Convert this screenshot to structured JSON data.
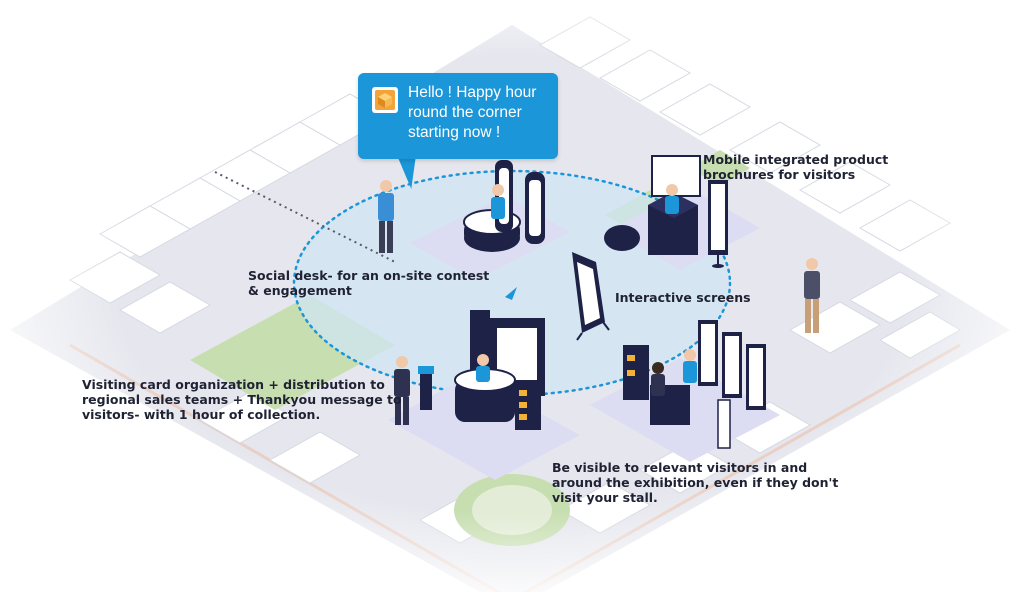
{
  "bubble": {
    "lines": [
      "Hello ! Happy hour",
      "round the corner",
      "starting now !"
    ],
    "logo_icon": "gift-box-icon"
  },
  "labels": {
    "mobile_brochures": [
      "Mobile integrated product",
      "brochures for visitors"
    ],
    "social_desk": [
      "Social desk- for an on-site contest",
      "& engagement"
    ],
    "interactive_screens": [
      "Interactive screens"
    ],
    "visiting_card": [
      "Visiting card organization + distribution to",
      "regional sales teams + Thankyou message to",
      "visitors- with 1 hour of collection."
    ],
    "be_visible": [
      "Be visible to relevant visitors in and",
      "around the exhibition, even if they don't",
      "visit your stall."
    ]
  },
  "colors": {
    "geofence_fill": "#cfe6f3",
    "geofence_border": "#1b96d8",
    "accent_blue": "#1b96d8",
    "park_green": "#c7deb0",
    "booth_navy": "#1e2246",
    "floor_lavender": "#dcdcf2"
  }
}
